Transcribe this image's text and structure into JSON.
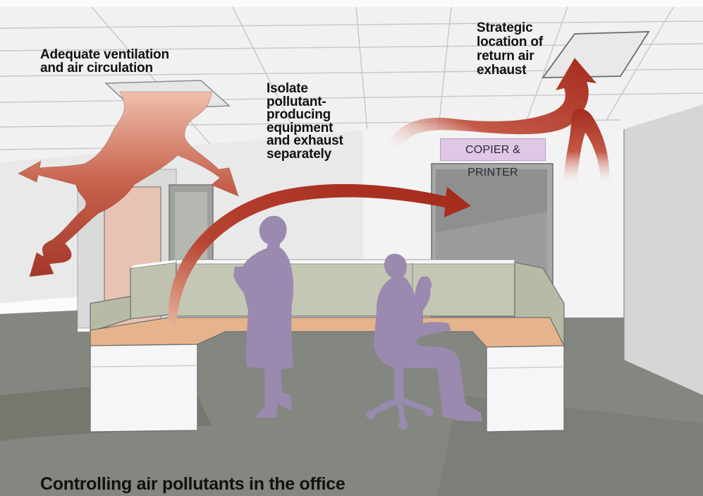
{
  "labels": {
    "ventilation": [
      "Adequate ventilation",
      "and air circulation"
    ],
    "isolate": [
      "Isolate",
      "pollutant-",
      "producing",
      "equipment",
      "and exhaust",
      "separately"
    ],
    "return_air": [
      "Strategic",
      "location of",
      "return air",
      "exhaust"
    ]
  },
  "sign": {
    "text": "COPIER & PRINTER"
  },
  "caption": "Controlling air pollutants in the office",
  "colors": {
    "airflow_arrow": "#a8291c",
    "silhouette": "#9a8ab0",
    "floor": "#828880",
    "desk_top": "#e6b48c",
    "partition": "#b9bdaa"
  }
}
